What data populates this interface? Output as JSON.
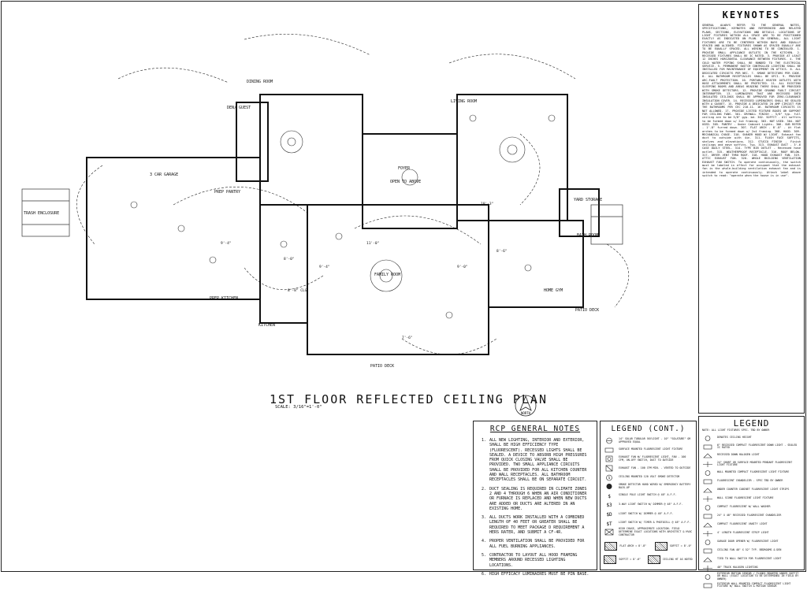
{
  "plan": {
    "title": "1ST FLOOR REFLECTED CEILING PLAN",
    "scale": "SCALE: 3/16\"=1'-0\"",
    "north_label": "NORTH",
    "rooms": {
      "garage": "3 CAR GARAGE",
      "trash": "TRASH ENCLOSURE",
      "dining": "DINING ROOM",
      "den": "DEN/ GUEST",
      "family": "FAMILY ROOM",
      "living": "LIVING ROOM",
      "foyer": "FOYER",
      "open_above": "OPEN TO ABOVE",
      "kitchen": "KITCHEN",
      "prep_kitchen": "PREP KITCHEN",
      "prep_pantry": "PREP PANTRY",
      "yard_storage": "YARD STORAGE",
      "bath": "BATH ROOM",
      "home_gym": "HOME GYM",
      "patio_deck": "PATIO DECK",
      "patio_deck2": "PATIO DECK"
    },
    "dims": [
      "8'-0\"",
      "9'-4\"",
      "8'-8\" CLG",
      "9'-4\"",
      "11'-0\"",
      "10'-3\"",
      "8'-6\"",
      "9'-0\"",
      "7'-6\""
    ]
  },
  "keynotes": {
    "title": "KEYNOTES",
    "body": "GENERAL ALWAYS REFER TO THE GENERAL NOTES, SPECIFICATIONS, KEYNOTES AND REFERENCED AND RELATED PLANS, SECTIONS, ELEVATIONS AND DETAILS. LOCATIONS OF LIGHT FIXTURES WITHIN ALL SPACE ARE TO BE POSITIONED EXACTLY AS INDICATED ON PLAN. IN GENERAL, ALL LIGHT FIXTURES ARE TO BE CENTERED WITHIN BAYS AND EQUALLY SPACED AND ALIGNED. FIXTURES SHOWN AS SPACED EQUALLY ARE TO BE EQUALLY SPACED. ALL WIRING TO BE CONCEALED. 1. PROVIDE SMALL APPLIANCE OUTLETS IN THE KITCHEN. 2. RECESSED FIXTURES SHALL BE IC RATED. 3. PROVIDE AT LEAST 12 INCHES HORIZONTAL CLEARANCE BETWEEN FIXTURES. 4. THE COLD WATER PIPING SHALL BE BONDED TO THE ELECTRICAL SERVICE. 5. PERMANENT SWITCH CONTROLLED LIGHTING SHALL BE INSTALLED FOR MAINTENANCE OF EQUIPMENT IN ATTICS. 6. ALL DEDICATED CIRCUITS PER NEC. 7. SMOKE DETECTORS PER CODE. 8. ALL BATHROOM RECEPTACLES SHALL BE GFCI. 9. PROVIDE ARC-FAULT PROTECTION. 10. PORTABLE HEATER OUTLETS WITH HOSE ATTACHMENTS SHALL BE PROTECTED. 11. ALL EXISTING SLEEPING ROOMS AND AREAS HEADING THERE SHALL BE PROVIDED WITH SMOKE DETECTORS. 12. PROVIDE GROUND FAULT CIRCUIT INTERRUPTER. 13. LUMINAIRES THAT ARE RECESSED INTO INSULATED CEILINGS SHALL BE APPROVED FOR ZERO-CLEARANCE INSULATION COVER. 14. RECESSED LUMINAIRES SHALL BE SEALED WITH A GASKET. 15. PROVIDE A DEDICATED 20 AMP CIRCUIT FOR THE BATHROOMS PER CEC 210.11. 16. BATHROOM CIRCUITS IS NOT ALLOWED. 17. PROVIDE LISTED FIXTURE BOXES OR SUPPORT FOR CEILING FANS. 301. DRYWALL FINISH - 5/8\" typ. full ceiling are to be 5/8\" gyp. bd. 302. SOFFIT - All soffits to be formed down w/ 2x4 framing. 303. NOT USED. 304. NOT USED. 305. PANTRY - Under Cabinet Lights. 306. SUB REFER - 1'-8\" furred down. 307. FLAT ARCH - 8'-8\" - At flat arches to be formed down w/ 2x4 framing. 308. HOOD. 309. MECHANICAL CHASE. 310. SHAKER HOOD W/ LIGHT. Exhaust fan duct to outside with 4in. 311. FLUSH FACE SOFFITS, shelves and elevations. 312. STUCCO FINISH - Finish ceilings and eave soffits. Typ. 313. EXHAUST DUCT - 3'-6 CASE DAILY STEEL. 314. TYPE BIB OUTLET - Recessed hose outlet. 315. WEATHERPROOF RECEPTACLE. 316. ROOF BELOW. 317. DRYER VENT THRU ROOF. 318. HOOD EXHAUST FAN. 319. ATTIC EXHAUST FAN. 320. WHOLE BUILDING VENTILATION EXHAUST FAN SWITCH. To operate continuously, the switch must be labeled in effect for occupant that the exhaust fan is the whole-building ventilation exhaust fan and is intended to operate continuously. Attach label above switch to read: \"operate when the house is in use\"."
  },
  "general_notes": {
    "title": "RCP GENERAL NOTES",
    "items": [
      {
        "n": "1.",
        "text": "ALL NEW LIGHTING, INTERIOR AND EXTERIOR, SHALL BE HIGH EFFICIENCY TYPE (FLUORESCENT). RECESSED LIGHTS SHALL BE SEALED. A DEVICE TO ABSORB HIGH PRESSURES FROM QUICK CLOSING VALVE SHALL BE PROVIDED. TWO SMALL APPLIANCE CIRCUITS SHALL BE PROVIDED FOR ALL KITCHEN COUNTER AND WALL RECEPTACLES. ALL BATHROOM RECEPTACLES SHALL BE ON SEPARATE CIRCUIT."
      },
      {
        "n": "2.",
        "text": "DUCT SEALING IS REQUIRED IN CLIMATE ZONES 2 AND 4 THROUGH 6 WHEN AN AIR CONDITIONER OR FURNACE IS REPLACED AND WHEN NEW DUCTS ARE ADDED OR DUCTS ARE ALTERED IN AN EXISTING HOME."
      },
      {
        "n": "3.",
        "text": "ALL DUCTS WORK INSTALLED WITH A COMBINED LENGTH OF 40 FEET OR GREATER SHALL BE REQUIRED TO MEET PACKAGE D REQUIREMENT A HERS RATER, AND SUBMIT A CF-4R."
      },
      {
        "n": "4.",
        "text": "PROPER VENTILATION SHALL BE PROVIDED FOR ALL FUEL BURNING APPLIANCES."
      },
      {
        "n": "5.",
        "text": "CONTRACTOR TO LAYOUT ALL HOOD FRAMING MEMBERS AROUND RECESSED LIGHTING LOCATIONS."
      },
      {
        "n": "6.",
        "text": "HIGH EFFICACY LUMINAIRES MUST BE PIN BASE."
      }
    ]
  },
  "legend_cont": {
    "title": "LEGEND (CONT.)",
    "items": [
      "14\" SOLAR TUBULAR SKYLIGHT - 10\" \"SOLATUBE\" OR APPROVED EQUAL",
      "SURFACE MOUNTED FLUORESCENT LIGHT FIXTURE",
      "EXHAUST FAN W/ FLUORESCENT LIGHT, FAN - 100 CFM, ON-OFF SWITCH, DUCT TO OUTSIDE",
      "EXHAUST FAN - 100 CFM MIN. - VENTED TO OUTSIDE",
      "CEILING MOUNTED 120 VOLT SMOKE DETECTOR",
      "SMOKE DETECTOR HARD WIRED W/ EMERGENCY BATTERY BACK-UP",
      "SINGLE POLE LIGHT SWITCH @ 48\" A.F.F.",
      "3-WAY LIGHT SWITCH W/ DIMMER @ 48\" A.F.F.",
      "LIGHT SWITCH W/ DIMMER @ 48\" A.F.F.",
      "LIGHT SWITCH W/ TIMER & PHOTOCELL @ 48\" A.F.F.",
      "HIGH CHASE, APPROXIMATE LOCATION. FIELD DETERMINE EXACT LOCATIONS WITH ARCHITECT & HVAC CONTRACTOR"
    ],
    "hatches": [
      "FLAT ARCH = 8'-8\"",
      "SOFFIT = 8'-0\"",
      "SOFFIT = 8'-6\"",
      "CEILING HT AS NOTED"
    ]
  },
  "legend": {
    "title": "LEGEND",
    "note": "NOTE: ALL LIGHT FIXTURES SPEC. TBD BY OWNER",
    "items": [
      "DENOTES CEILING HEIGHT",
      "6\" RECESSED COMPACT FLUORESCENT DOWN LIGHT - SEALED IC RATED",
      "RECESSED DOWN HALOGEN LIGHT",
      "24\" SHORT OR SURFACE MOUNTED PENDANT FLUORESCENT LIGHT FIXTURE",
      "WALL MOUNTED COMPACT FLUORESCENT LIGHT FIXTURE",
      "FLUORESCENT CHANDELIER - SPEC TBD BY OWNER",
      "UNDER COUNTER CABINET FLUORESCENT LIGHT STRIPS",
      "WALL SCONE FLUORESCENT LIGHT FIXTURE",
      "COMPACT FLUORESCENT W/ WALL WASHER",
      "24\" X 48\" RECESSED FLUORESCENT CHANDELIER",
      "COMPACT FLUORESCENT VANITY LIGHT",
      "4' LENGTH FLUORESCENT STRIP LIGHT",
      "GARAGE DOOR OPENER W/ FLUORESCENT LIGHT",
      "CEILING FAN 48\" X 52\" TYP. BEDROOMS & DEN",
      "TIED TO WALL SWITCH FOR FLUORESCENT LIGHT",
      "40\" TRACK HALOGEN LIGHTING",
      "EXTERIOR MOTION SENSOR / FLOODS MOUNTED UNDER SOFFIT OR WALL (EXACT LOCATION TO BE DETERMINED IN FIELD BY OWNER)",
      "EXTERIOR WALL MOUNTED COMPACT FLUORESCENT LIGHT FIXTURE W/ WALL SWITCH & MOTION SENSOR"
    ]
  }
}
